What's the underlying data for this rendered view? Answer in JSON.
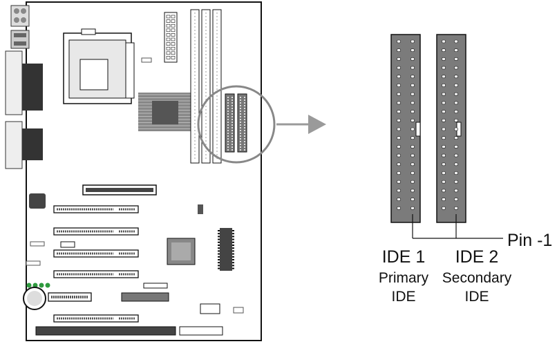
{
  "labels": {
    "pin1": "Pin -1",
    "ide1_name": "IDE 1",
    "ide1_role": "Primary",
    "ide1_type": "IDE",
    "ide2_name": "IDE 2",
    "ide2_role": "Secondary",
    "ide2_type": "IDE"
  },
  "connectors": {
    "rows": 20,
    "columns": 2,
    "key": "notch on outer edge",
    "fill_color": "#7b7b7b",
    "pin_color": "#f0f0f0"
  },
  "board": {
    "pci_slots": 5,
    "dimm_slots": 3,
    "ide_headers": 2,
    "agp_slots": 1,
    "isa_slots": 1
  },
  "colors": {
    "outline": "#111111",
    "connector": "#7b7b7b",
    "magnifier": "#888888",
    "arrow": "#9a9a9a",
    "led": "#2e9a3e"
  }
}
